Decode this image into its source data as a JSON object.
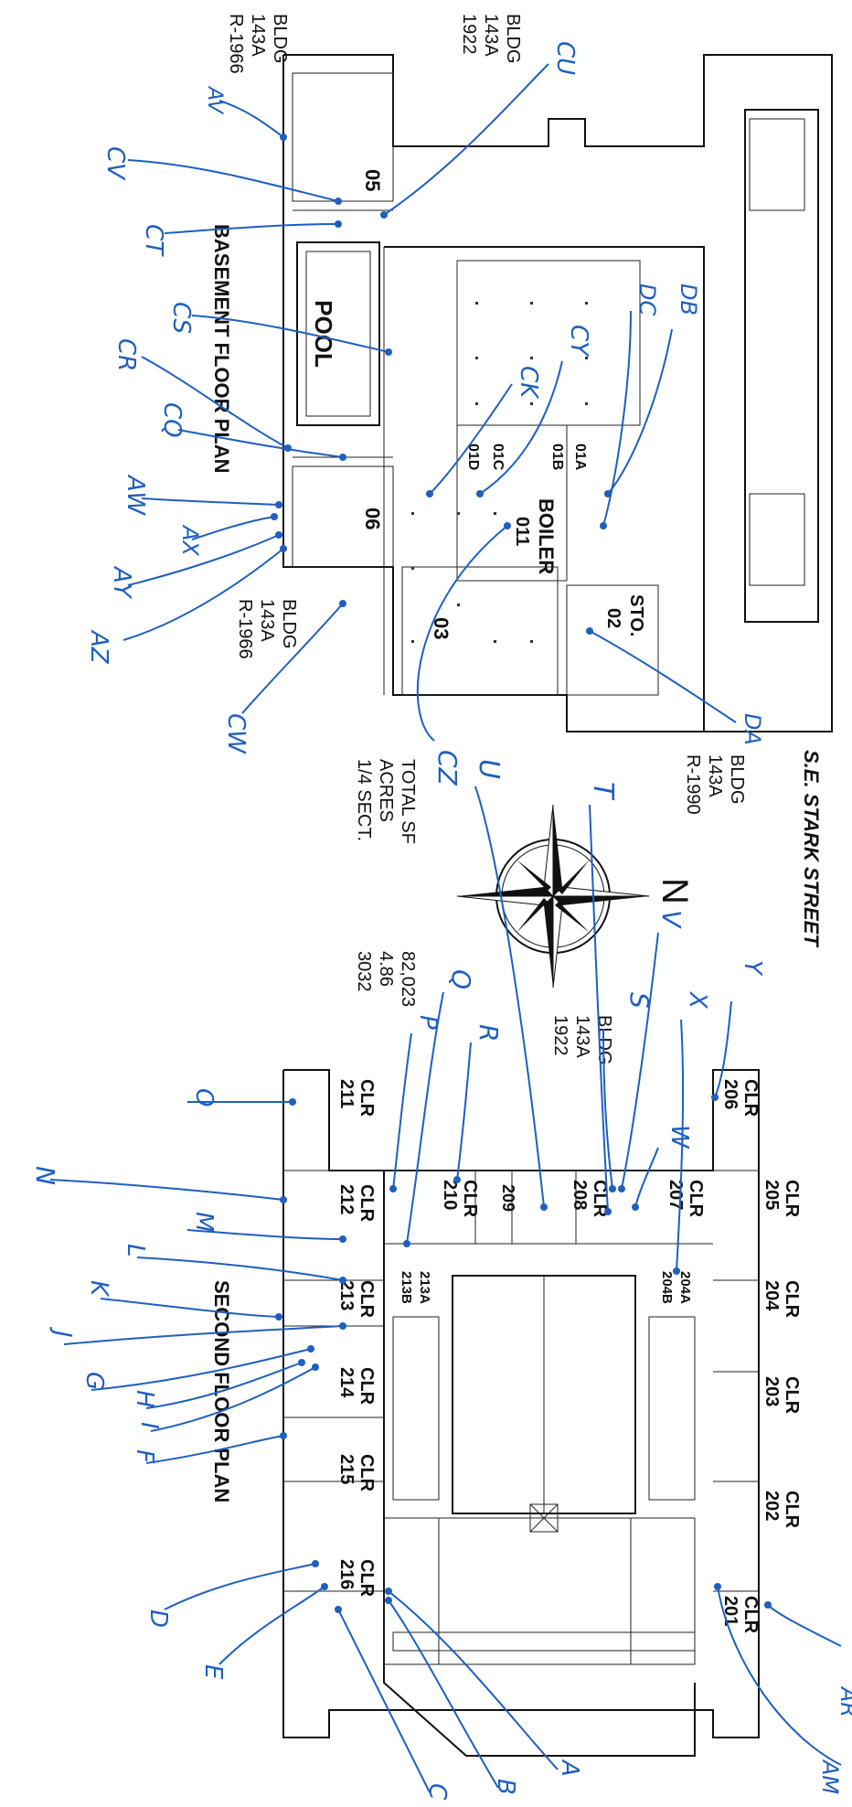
{
  "street": "S.E. STARK STREET",
  "north": "N",
  "basement_title": "BASEMENT FLOOR PLAN",
  "second_title": "SECOND FLOOR PLAN",
  "totals": {
    "label_sf": "TOTAL SF",
    "value_sf": "82,023",
    "label_acres": "ACRES",
    "value_acres": "4.86",
    "label_sect": "1/4 SECT.",
    "value_sect": "3032"
  },
  "bldg_labels": [
    {
      "line1": "BLDG",
      "line2": "143A",
      "line3": "R-1966"
    },
    {
      "line1": "BLDG",
      "line2": "143A",
      "line3": "1922"
    },
    {
      "line1": "BLDG",
      "line2": "143A",
      "line3": "R-1966"
    },
    {
      "line1": "BLDG",
      "line2": "143A",
      "line3": "R-1990"
    },
    {
      "line1": "BLDG",
      "line2": "143A",
      "line3": "1922"
    }
  ],
  "basement_rooms": [
    "POOL",
    "05",
    "06",
    "BOILER",
    "011",
    "01A",
    "01B",
    "01C",
    "01D",
    "STO.",
    "02",
    "03"
  ],
  "second_rooms": [
    "CLR",
    "206",
    "CLR",
    "205",
    "CLR",
    "204",
    "CLR",
    "203",
    "CLR",
    "202",
    "CLR",
    "201",
    "CLR",
    "207",
    "CLR",
    "208",
    "209",
    "CLR",
    "210",
    "CLR",
    "211",
    "CLR",
    "212",
    "CLR",
    "213",
    "CLR",
    "214",
    "CLR",
    "215",
    "CLR",
    "216",
    "204A",
    "204B",
    "213A",
    "213B"
  ],
  "handwritten": [
    "CU",
    "AV",
    "CV",
    "CT",
    "CS",
    "CR",
    "CQ",
    "AW",
    "AX",
    "AY",
    "AZ",
    "CW",
    "CZ",
    "CY",
    "CK",
    "DC",
    "DB",
    "DA",
    "U",
    "T",
    "V",
    "S",
    "X",
    "Y",
    "W",
    "Q",
    "P",
    "R",
    "O",
    "N",
    "M",
    "L",
    "K",
    "J",
    "G",
    "H",
    "I",
    "F",
    "D",
    "E",
    "C",
    "B",
    "A",
    "AM",
    "AR"
  ]
}
